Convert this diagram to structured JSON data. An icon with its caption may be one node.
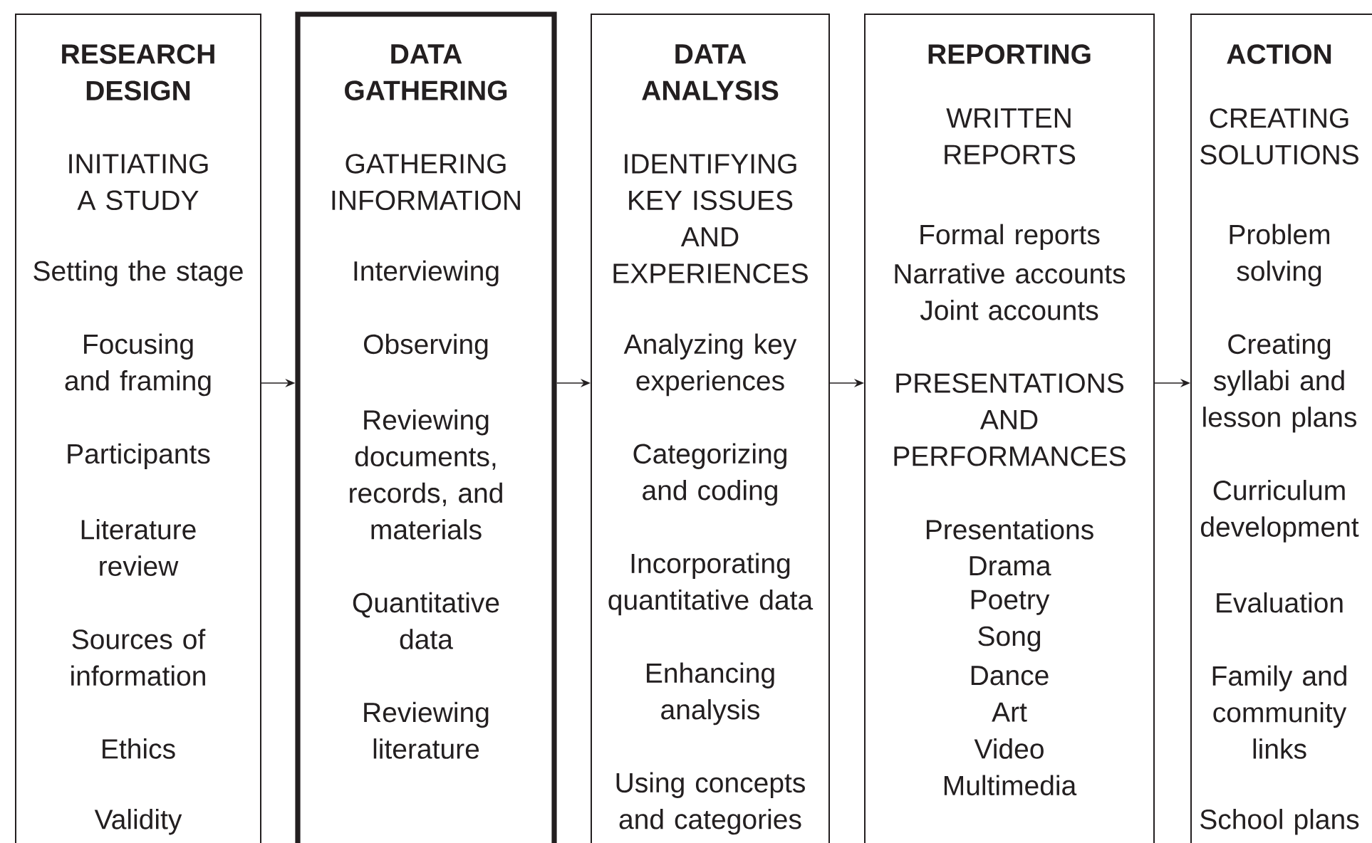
{
  "diagram": {
    "nodes": [
      {
        "text": [
          "RESEARCH DESIGN",
          "INITIATING A STUDY",
          "Setting the stage",
          "Focusing and framing",
          "Participants",
          "Literature review",
          "Sources of information",
          "Ethics",
          "Validity"
        ]
      },
      {
        "text": [
          "DATA GATHERING",
          "GATHERING INFORMATION",
          "Interviewing",
          "Observing",
          "Reviewing documents, records, and materials",
          "Quantitative data",
          "Reviewing literature"
        ]
      },
      {
        "text": [
          "DATA ANALYSIS",
          "IDENTIFYING KEY ISSUES AND EXPERIENCES",
          "Analyzing key experiences",
          "Categorizing and coding",
          "Incorporating quantitative data",
          "Enhancing analysis",
          "Using concepts and categories"
        ]
      },
      {
        "text": [
          "REPORTING",
          "WRITTEN REPORTS",
          "Formal reports",
          "Narrative accounts",
          "Joint accounts",
          "PRESENTATIONS AND PERFORMANCES",
          "Presentations",
          "Drama",
          "Poetry",
          "Song",
          "Dance",
          "Art",
          "Video",
          "Multimedia"
        ]
      },
      {
        "text": [
          "ACTION",
          "CREATING SOLUTIONS",
          "Problem solving",
          "Creating syllabi and lesson plans",
          "Curriculum development",
          "Evaluation",
          "Family and community links",
          "School plans"
        ]
      }
    ],
    "edges": [
      {
        "from": 0,
        "to": 1,
        "arrow": "to"
      },
      {
        "from": 1,
        "to": 2,
        "arrow": "to"
      },
      {
        "from": 2,
        "to": 3,
        "arrow": "to"
      },
      {
        "from": 3,
        "to": 4,
        "arrow": "to"
      }
    ]
  }
}
